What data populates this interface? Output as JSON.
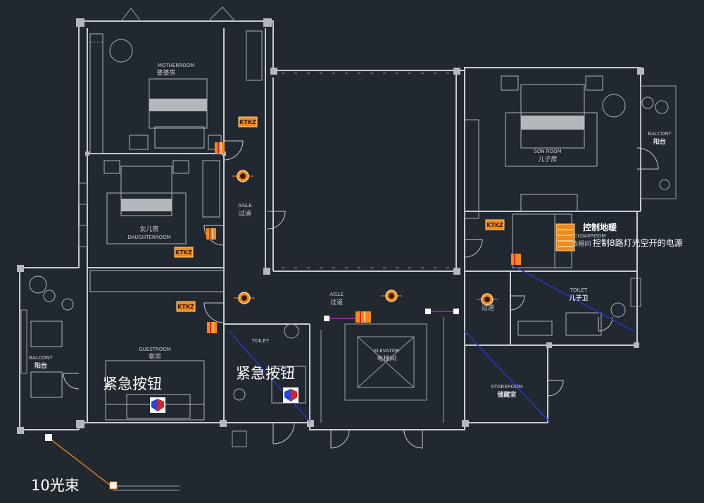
{
  "rooms": {
    "mother_en": "MOTHERROOM",
    "mother_cn": "婆婆房",
    "son_en": "SON ROOM",
    "son_cn": "儿子房",
    "daughter_cn": "女儿房",
    "daughter_en": "DAUGHTERROOM",
    "guest_en": "GUESTROOM",
    "guest_cn": "客房",
    "balcony_right_en": "BALCONY",
    "balcony_right_cn": "阳台",
    "balcony_left_en": "BALCONY",
    "balcony_left_cn": "阳台",
    "aisle_left_en": "AISLE",
    "aisle_left_cn": "过道",
    "aisle_mid_en": "AISLE",
    "aisle_mid_cn": "过道",
    "aisle_right_cn": "过道",
    "elevator_en": "ELEVATOR",
    "elevator_cn": "电梯间",
    "storeroom_en": "STOREROOM",
    "storeroom_cn": "储藏室",
    "toilet_right_en": "TOILET",
    "toilet_right_cn": "儿子卫",
    "toilet_left_en": "TOILET",
    "cloakroom_en": "CLOAKROOM",
    "cloakroom_cn": "衣帽间"
  },
  "labels": {
    "ktkz": "KTKZ",
    "emergency_1": "紧急按钮",
    "emergency_2": "紧急按钮",
    "floor_heat": "控制地暖",
    "power_note": "控制8路灯光空开的电源",
    "beam": "10光束"
  },
  "colors": {
    "background": "#212830",
    "wall": "#c9cdd2",
    "accent_orange": "#f28a1a",
    "wire_blue": "#2a36c8",
    "wire_magenta": "#b02ab0",
    "button_red": "#d8242a",
    "button_blue": "#2a46d8"
  }
}
